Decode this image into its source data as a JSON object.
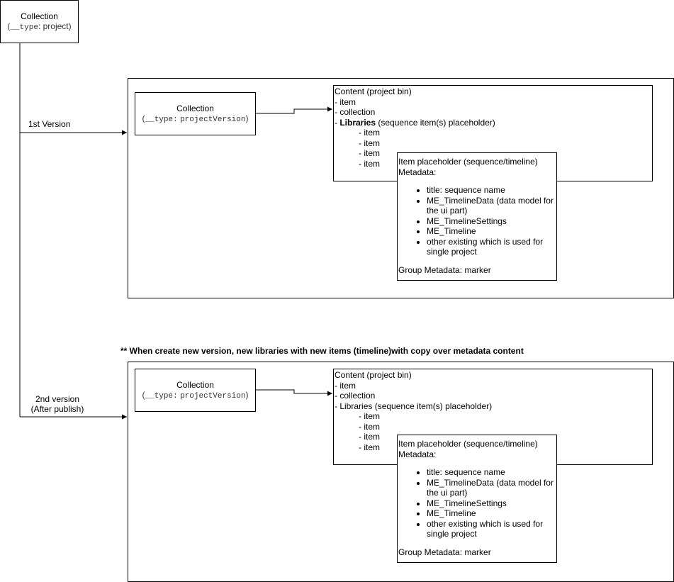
{
  "root": {
    "title": "Collection",
    "type_prefix": "(",
    "type_key": "__type",
    "type_value": ": project)"
  },
  "version1": {
    "edge_label": "1st Version",
    "collection": {
      "title": "Collection",
      "type_prefix": "(",
      "type_key": "__type:",
      "type_value": "projectVersion",
      "type_suffix": ")"
    },
    "content": {
      "title": "Content (project bin)",
      "rows": [
        "- item",
        "- collection"
      ],
      "libraries_prefix": "- ",
      "libraries_bold": "Libraries",
      "libraries_rest": " (sequence item(s) placeholder)",
      "sub_items": [
        "- item",
        "- item",
        "- item",
        "- item"
      ]
    },
    "placeholder": {
      "title": "Item placeholder (sequence/timeline)",
      "metadata_label": "Metadata:",
      "bullets": [
        "title: sequence name",
        "ME_TimelineData (data model for the ui part)",
        "ME_TimelineSettings",
        "ME_Timeline",
        "other existing which is used for single project"
      ],
      "group_metadata": "Group Metadata: marker"
    }
  },
  "note": "** When create new version, new libraries with new items (timeline)with copy over metadata content",
  "version2": {
    "edge_label_line1": "2nd version",
    "edge_label_line2": "(After publish)",
    "collection": {
      "title": "Collection",
      "type_prefix": "(",
      "type_key": "__type:",
      "type_value": "projectVersion",
      "type_suffix": ")"
    },
    "content": {
      "title": "Content (project bin)",
      "rows": [
        "- item",
        "- collection"
      ],
      "libraries_prefix": "- ",
      "libraries_bold": "",
      "libraries_rest": "Libraries (sequence item(s) placeholder)",
      "sub_items": [
        "- item",
        "- item",
        "- item",
        "- item"
      ]
    },
    "placeholder": {
      "title": "Item placeholder (sequence/timeline)",
      "metadata_label": "Metadata:",
      "bullets": [
        "title: sequence name",
        "ME_TimelineData (data model for the ui part)",
        "ME_TimelineSettings",
        "ME_Timeline",
        "other existing which is used for single project"
      ],
      "group_metadata": "Group Metadata: marker"
    }
  }
}
